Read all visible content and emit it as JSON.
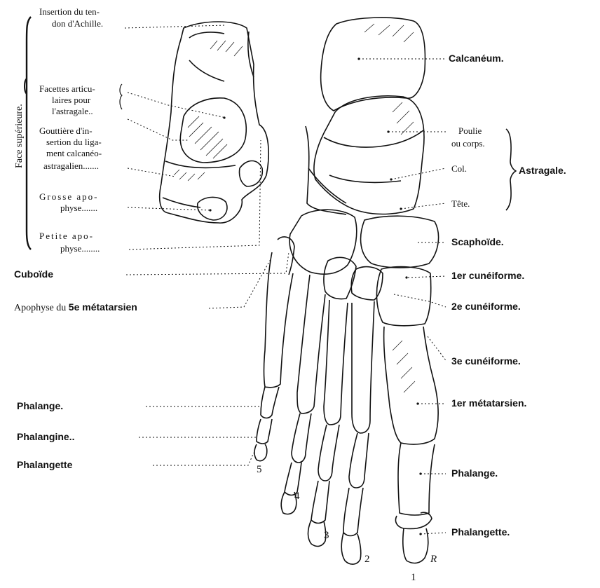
{
  "side_label": "Face supérieure.",
  "inset_labels": {
    "achilles_1": "Insertion du ten-",
    "achilles_2": "don d'Achille.",
    "facettes_1": "Facettes articu-",
    "facettes_2": "laires pour",
    "facettes_3": "l'astragale..",
    "gouttiere_1": "Gouttière d'in-",
    "gouttiere_2": "sertion du liga-",
    "gouttiere_3": "ment calcanéo-",
    "gouttiere_4": "astragalien.......",
    "grosse_1": "Grosse apo-",
    "grosse_2": "physe.......",
    "petite_1": "Petite apo-",
    "petite_2": "physe........"
  },
  "left_labels": {
    "cuboide": "Cuboïde",
    "apophyse": "Apophyse du",
    "apophyse_bold": "5e métatarsien",
    "phalange": "Phalange.",
    "phalangine": "Phalangine..",
    "phalangette": "Phalangette"
  },
  "right_labels": {
    "calcaneum": "Calcanéum.",
    "poulie_1": "Poulie",
    "poulie_2": "ou corps.",
    "col": "Col.",
    "tete": "Tête.",
    "astragale": "Astragale.",
    "scaphoide": "Scaphoïde.",
    "cuneiforme_1": "1er cunéiforme.",
    "cuneiforme_2": "2e cunéiforme.",
    "cuneiforme_3": "3e cunéiforme.",
    "metatarsien_1": "1er métatarsien.",
    "phalange": "Phalange.",
    "phalangette": "Phalangette."
  },
  "toe_numbers": [
    "1",
    "2",
    "3",
    "4",
    "5"
  ],
  "signature": "R"
}
